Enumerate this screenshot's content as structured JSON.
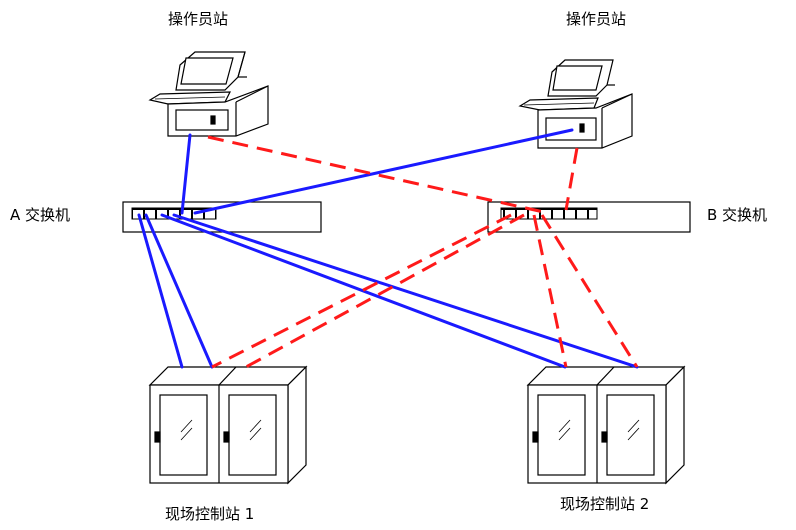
{
  "labels": {
    "operator_station_1": "操作员站",
    "operator_station_2": "操作员站",
    "switch_a": "A 交换机",
    "switch_b": "B 交换机",
    "field_station_1": "现场控制站 1",
    "field_station_2": "现场控制站 2"
  },
  "colors": {
    "network_a": "#1a1aff",
    "network_b": "#ff1a1a",
    "outline": "#000000"
  },
  "link_styles": {
    "network_a": "solid",
    "network_b": "dashed"
  }
}
